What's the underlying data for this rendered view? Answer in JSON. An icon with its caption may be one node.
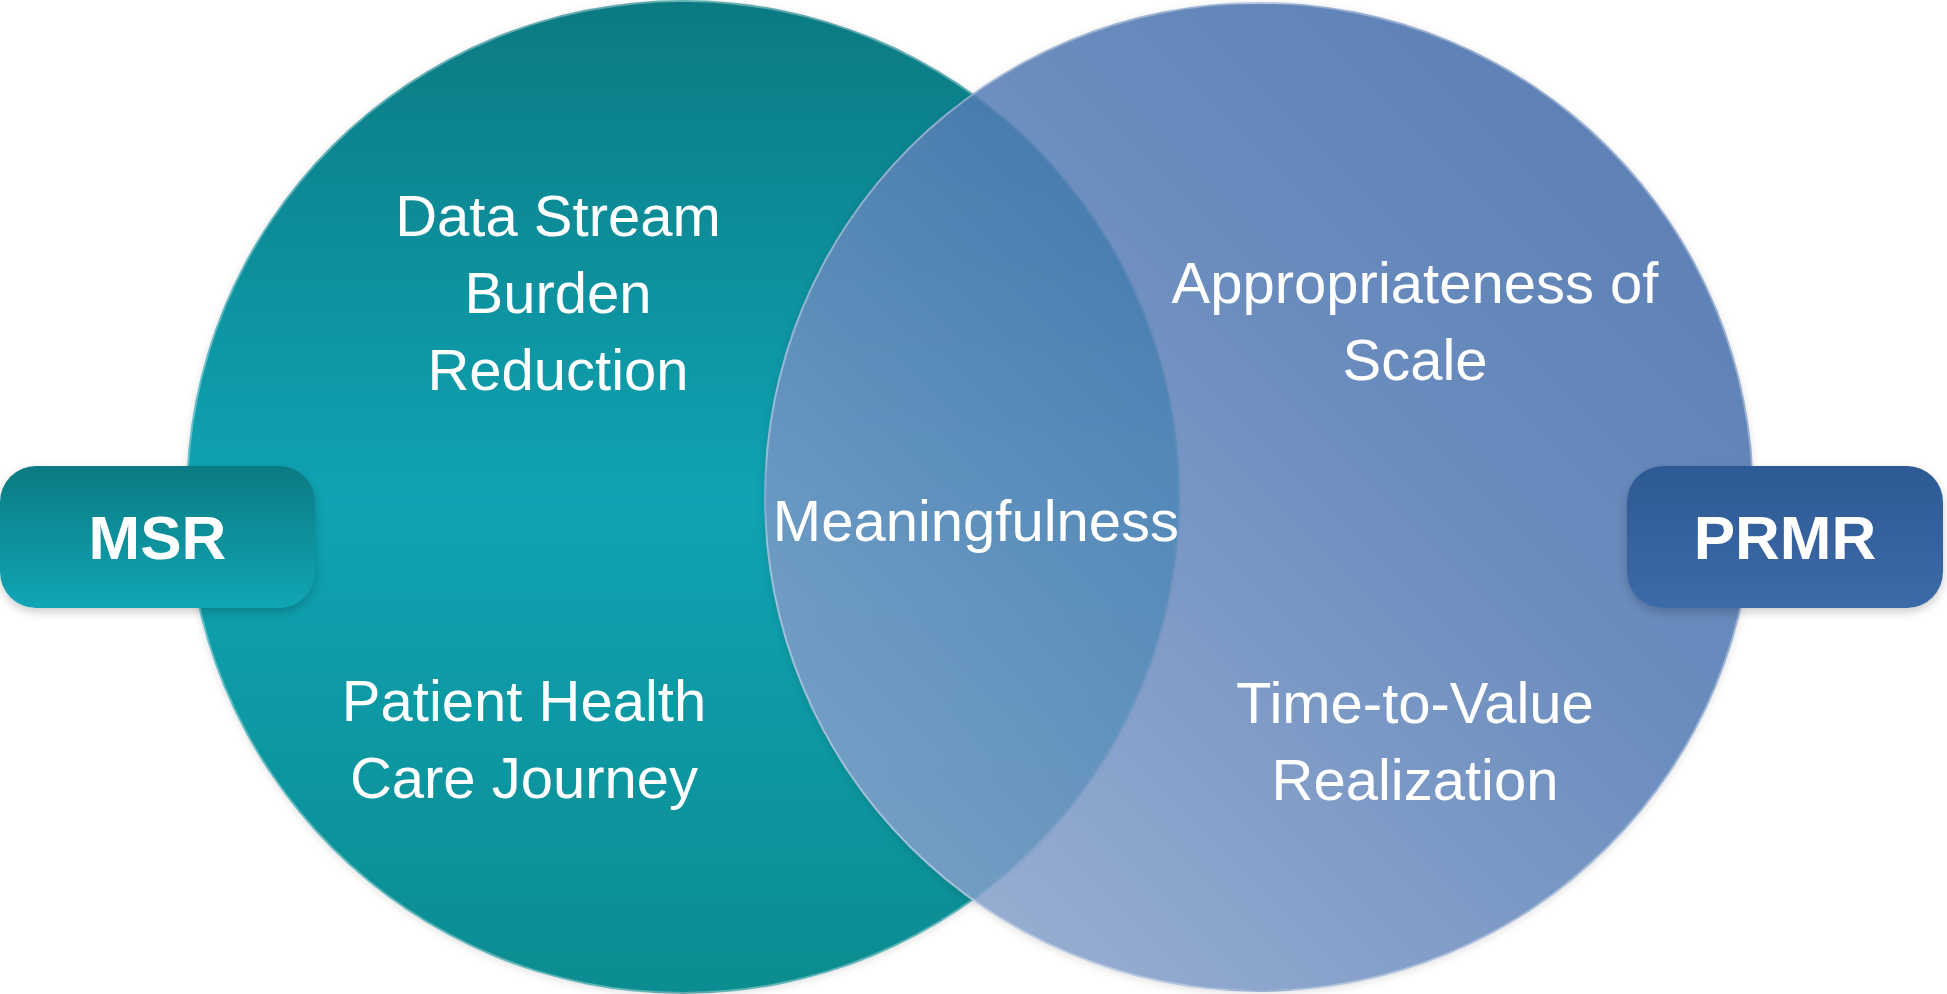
{
  "diagram": {
    "nodes": [
      {
        "text": [
          "Data Stream Burden Reduction",
          "Patient Health Care Journey"
        ]
      },
      {
        "text": [
          "Appropriateness of Scale",
          "Time-to-Value Realization"
        ]
      },
      {
        "text": [
          "MSR"
        ]
      },
      {
        "text": [
          "PRMR"
        ]
      }
    ],
    "labels": [
      "Meaningfulness"
    ]
  }
}
